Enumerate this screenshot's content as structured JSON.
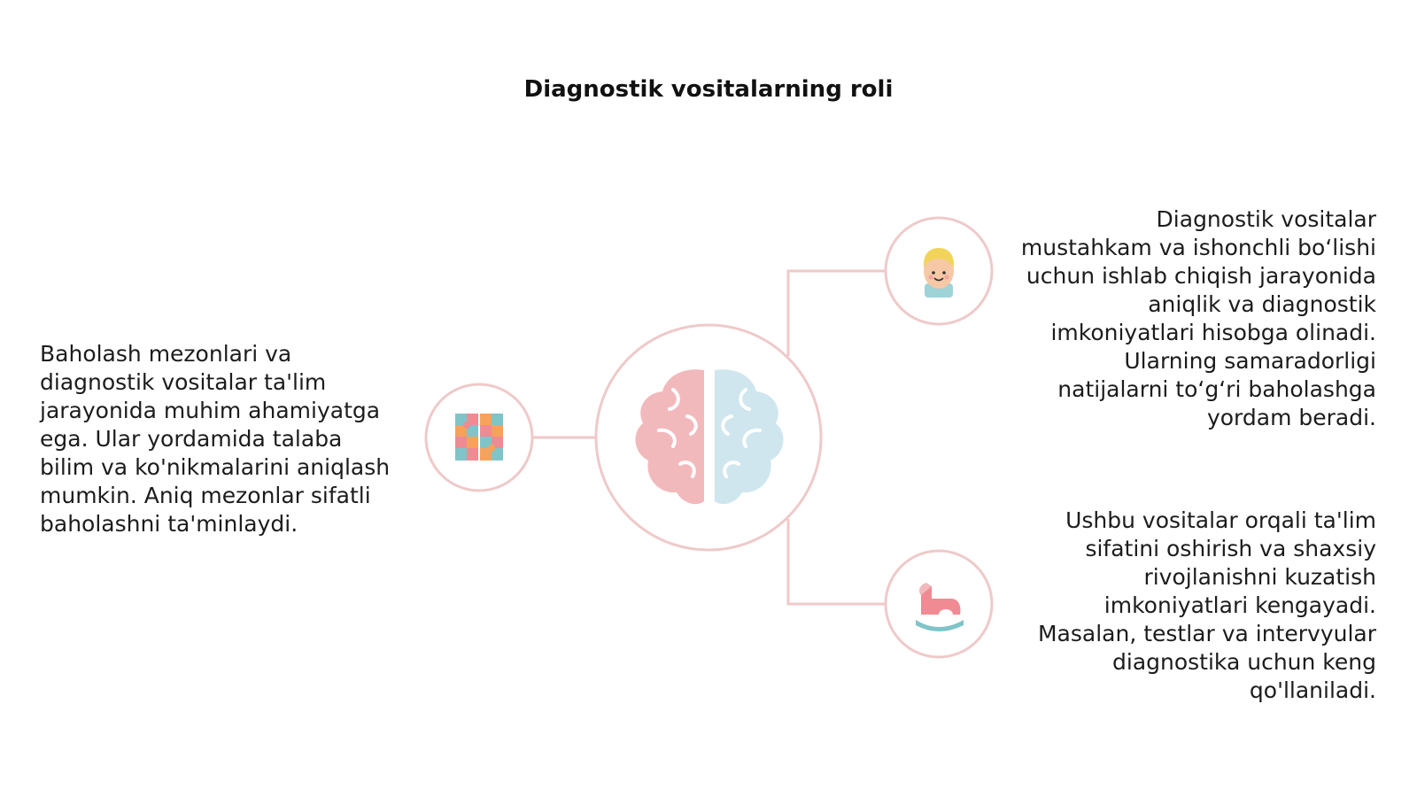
{
  "slide": {
    "title": "Diagnostik vositalarning roli"
  },
  "nodes": {
    "center": {
      "icon": "brain-icon"
    },
    "left": {
      "icon": "puzzle-icon",
      "text": "Baholash mezonlari va diagnostik vositalar ta'lim jarayonida muhim ahamiyatga ega. Ular yordamida talaba bilim va ko'nikmalarini aniqlash mumkin. Aniq mezonlar sifatli baholashni ta'minlaydi."
    },
    "right_top": {
      "icon": "child-face-icon",
      "text": "Diagnostik vositalar mustahkam va ishonchli boʻlishi uchun ishlab chiqish jarayonida aniqlik va diagnostik imkoniyatlari hisobga olinadi. Ularning samaradorligi natijalarni toʻgʻri baholashga yordam beradi."
    },
    "right_bottom": {
      "icon": "rocking-horse-icon",
      "text": "Ushbu vositalar orqali ta'lim sifatini oshirish va shaxsiy rivojlanishni kuzatish imkoniyatlari kengayadi. Masalan, testlar va intervyular diagnostika uchun keng qo'llaniladi."
    }
  },
  "colors": {
    "connector": "#f0c8c8",
    "circle_stroke": "#efc9c9",
    "brain_left": "#f2b9bc",
    "brain_right": "#cfe6ee",
    "puzzle_teal": "#7fc4c9",
    "puzzle_pink": "#f08a93",
    "puzzle_orange": "#f5a25d"
  }
}
